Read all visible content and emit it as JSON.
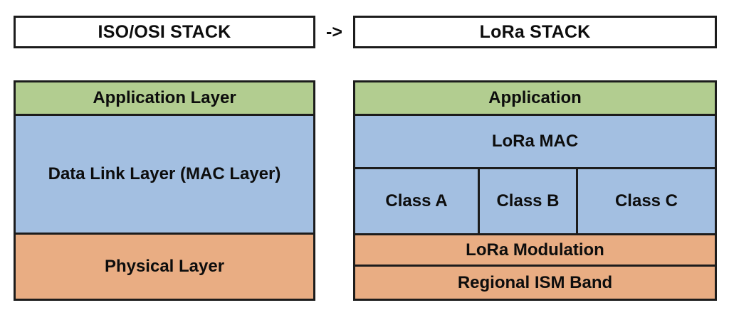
{
  "header": {
    "left_title": "ISO/OSI STACK",
    "arrow": "->",
    "right_title": "LoRa STACK"
  },
  "colors": {
    "green": "#b2cd90",
    "blue": "#a3bfe1",
    "orange": "#e9ad83",
    "border": "#1c1c1c",
    "bg": "#ffffff"
  },
  "iso_stack": {
    "layers": [
      {
        "label": "Application Layer",
        "color": "#b2cd90"
      },
      {
        "label": "Data Link Layer (MAC Layer)",
        "color": "#a3bfe1"
      },
      {
        "label": "Physical Layer",
        "color": "#e9ad83"
      }
    ]
  },
  "lora_stack": {
    "application": {
      "label": "Application",
      "color": "#b2cd90"
    },
    "mac": {
      "label": "LoRa MAC",
      "color": "#a3bfe1"
    },
    "classes": [
      {
        "label": "Class A",
        "color": "#a3bfe1"
      },
      {
        "label": "Class B",
        "color": "#a3bfe1"
      },
      {
        "label": "Class C",
        "color": "#a3bfe1"
      }
    ],
    "modulation": {
      "label": "LoRa Modulation",
      "color": "#e9ad83"
    },
    "ism_band": {
      "label": "Regional ISM Band",
      "color": "#e9ad83"
    }
  }
}
